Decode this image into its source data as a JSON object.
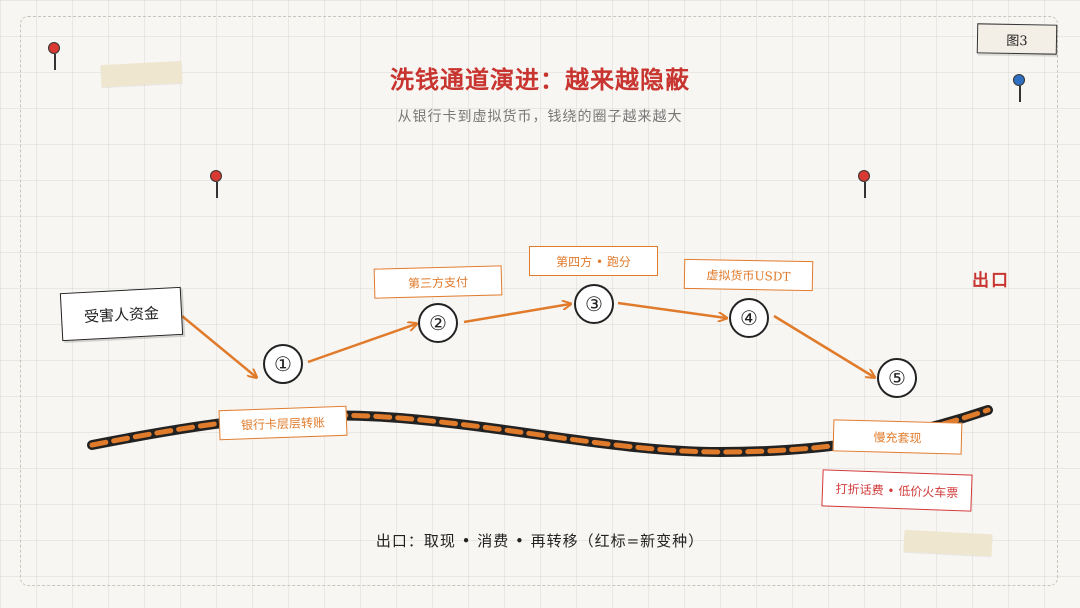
{
  "badge": "图3",
  "title": "洗钱通道演进：越来越隐蔽",
  "subtitle": "从银行卡到虚拟货币，钱绕的圈子越来越大",
  "source": "受害人资金",
  "nodes": [
    "①",
    "②",
    "③",
    "④",
    "⑤"
  ],
  "labels": {
    "bank": "银行卡层层转账",
    "third_party": "第三方支付",
    "fourth_party": "第四方 • 跑分",
    "crypto": "虚拟货币USDT",
    "cashout": "慢充套现",
    "new_variant": "打折话费 • 低价火车票"
  },
  "exit": "出口",
  "footer": "出口：取现 • 消费 • 再转移（红标=新变种）",
  "colors": {
    "accent": "#e07b2c",
    "title_red": "#c8342f",
    "variant_red": "#d23a3a",
    "pin_red": "#d63a33",
    "pin_blue": "#2f6fc2"
  }
}
